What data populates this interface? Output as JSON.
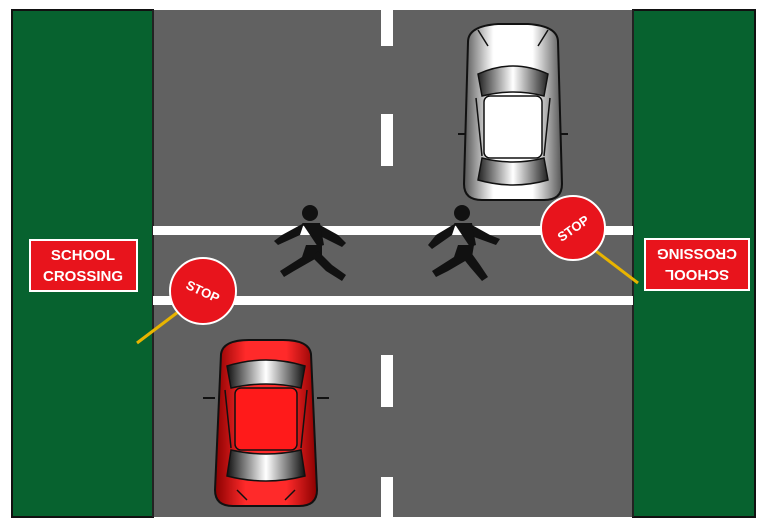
{
  "signs": {
    "left": {
      "line1": "SCHOOL",
      "line2": "CROSSING"
    },
    "right": {
      "line1": "SCHOOL",
      "line2": "CROSSING"
    }
  },
  "lollipops": {
    "left": {
      "label": "STOP"
    },
    "right": {
      "label": "STOP"
    }
  },
  "colors": {
    "grass": "#07622f",
    "road": "#616161",
    "lane_marking": "#ffffff",
    "sign_red": "#e8141c",
    "pole_yellow": "#e8b400",
    "car_white": "#ffffff",
    "car_red": "#e8101a",
    "pedestrian": "#111111"
  },
  "icons": [
    "pedestrian-icon",
    "car-icon",
    "stop-sign-icon",
    "school-crossing-sign-icon"
  ]
}
